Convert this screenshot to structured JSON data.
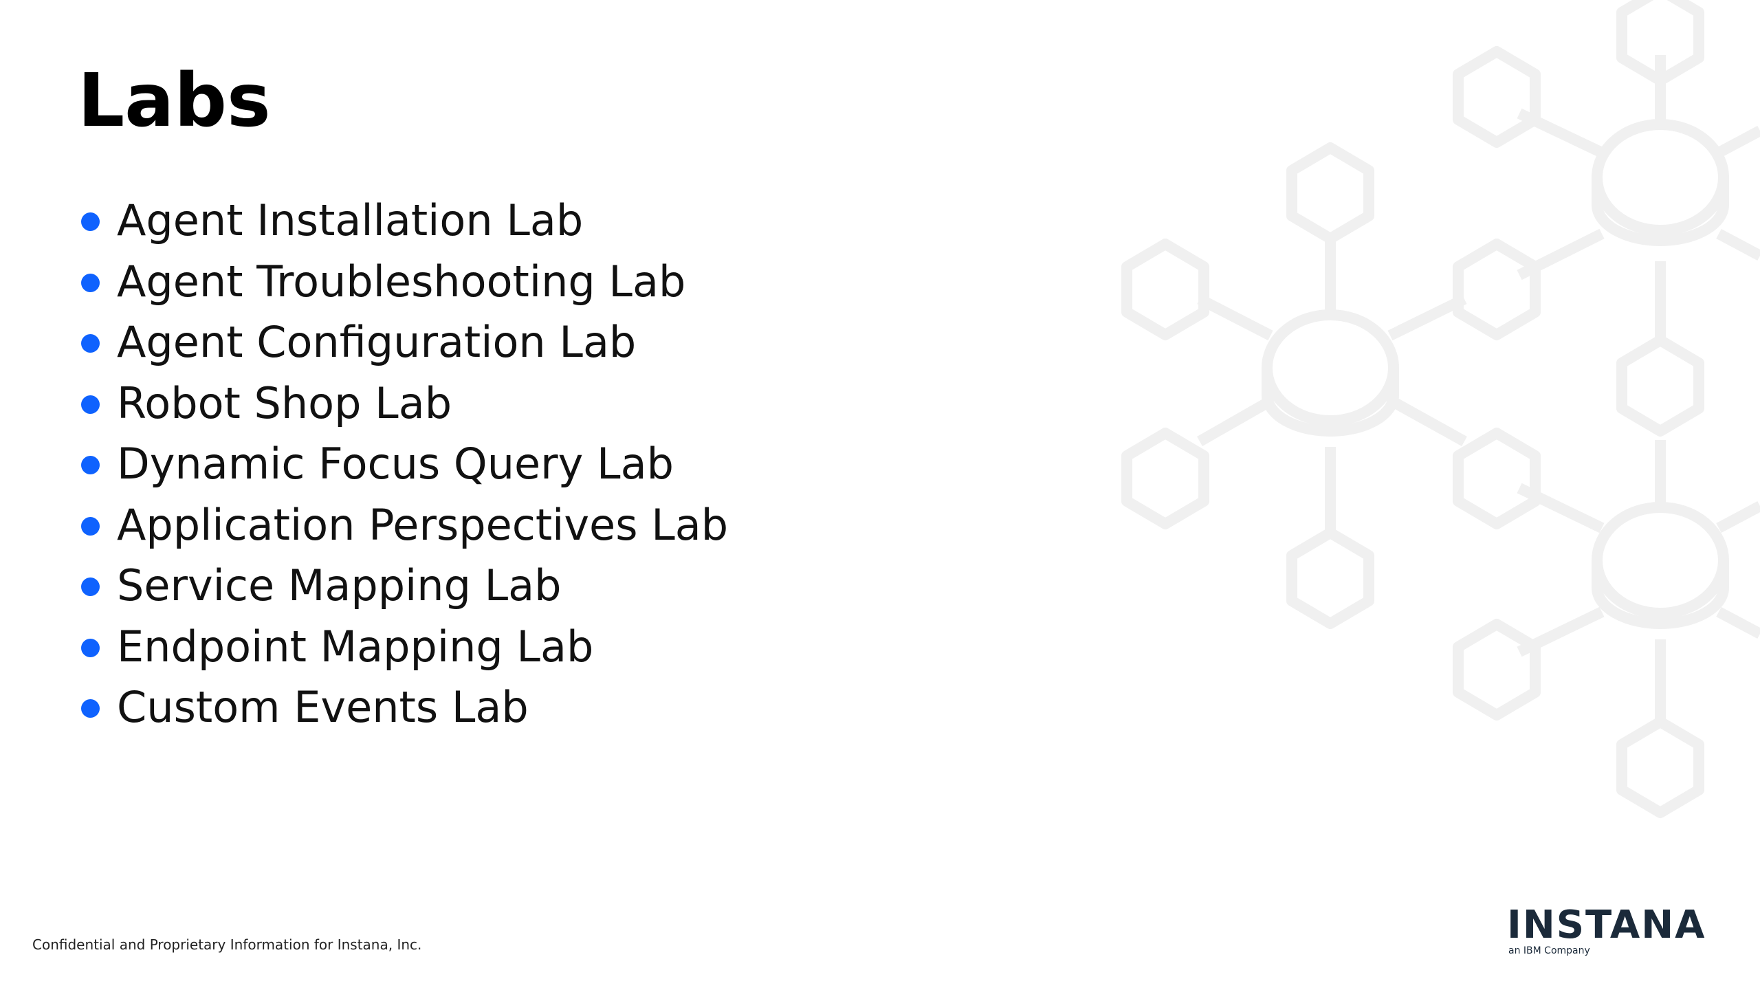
{
  "slide": {
    "title": "Labs",
    "labs": [
      "Agent Installation Lab",
      "Agent Troubleshooting Lab",
      "Agent Configuration Lab",
      "Robot Shop Lab",
      "Dynamic Focus Query Lab",
      "Application Perspectives Lab",
      "Service Mapping Lab",
      "Endpoint Mapping Lab",
      "Custom Events Lab"
    ],
    "footer": "Confidential and Proprietary Information for Instana, Inc."
  },
  "logo": {
    "wordmark": "INSTANA",
    "tagline": "an IBM Company"
  },
  "colors": {
    "bullet": "#0f62fe",
    "background_graphic": "#f0f0f0",
    "logo": "#1b2a3a"
  },
  "icons": {
    "bullet": "filled-circle",
    "background": "network-hexagon-graphic"
  }
}
